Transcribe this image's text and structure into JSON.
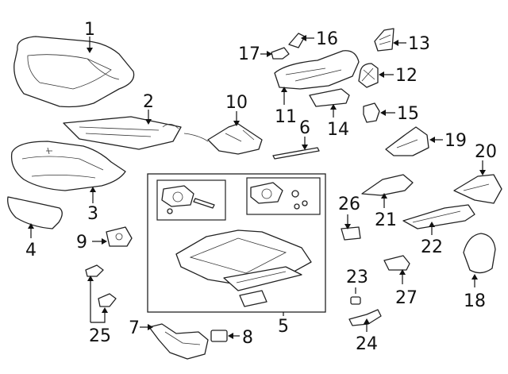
{
  "labels": {
    "p1": "1",
    "p2": "2",
    "p3": "3",
    "p4": "4",
    "p5": "5",
    "p6": "6",
    "p7": "7",
    "p8": "8",
    "p9": "9",
    "p10": "10",
    "p11": "11",
    "p12": "12",
    "p13": "13",
    "p14": "14",
    "p15": "15",
    "p16": "16",
    "p17": "17",
    "p18": "18",
    "p19": "19",
    "p20": "20",
    "p21": "21",
    "p22": "22",
    "p23": "23",
    "p24": "24",
    "p25": "25",
    "p26": "26",
    "p27": "27"
  }
}
